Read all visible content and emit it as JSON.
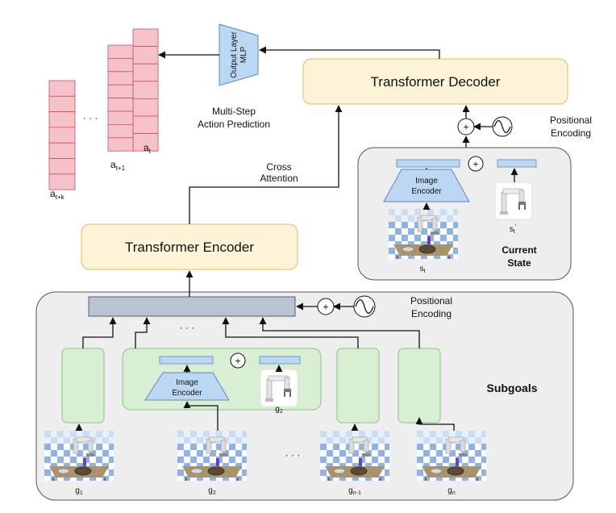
{
  "transformer_decoder": {
    "label": "Transformer Decoder"
  },
  "transformer_encoder": {
    "label": "Transformer Encoder"
  },
  "output_mlp": {
    "line1": "Output Layer",
    "line2": "MLP"
  },
  "action_prediction": {
    "line1": "Multi-Step",
    "line2": "Action Prediction"
  },
  "action_labels": {
    "a_t": "a",
    "a_t_sub": "t",
    "a_t1": "a",
    "a_t1_sub": "t+1",
    "a_tk": "a",
    "a_tk_sub": "t+k",
    "dots": "· · ·"
  },
  "cross_attention": {
    "line1": "Cross",
    "line2": "Attention"
  },
  "positional_encoding_top": {
    "line1": "Positional",
    "line2": "Encoding"
  },
  "positional_encoding_bottom": {
    "line1": "Positional",
    "line2": "Encoding"
  },
  "current_state": {
    "line1": "Current",
    "line2": "State",
    "image_encoder_line1": "Image",
    "image_encoder_line2": "Encoder",
    "s_t": "s",
    "s_t_sub": "t",
    "s_t_prime": "s",
    "s_t_prime_sub": "t",
    "s_t_prime_sup": "'"
  },
  "subgoals": {
    "label": "Subgoals",
    "image_encoder_line1": "Image",
    "image_encoder_line2": "Encoder",
    "g2_proprio": "g",
    "g2_proprio_sub": "2",
    "dots_top": "· · ·",
    "dots_bottom": "· · ·",
    "items": [
      {
        "name": "g",
        "sub": "1"
      },
      {
        "name": "g",
        "sub": "2"
      },
      {
        "name": "g",
        "sub": "n-1"
      },
      {
        "name": "g",
        "sub": "n"
      }
    ]
  },
  "plus_symbol": "+",
  "colors": {
    "transformer_fill": "#fdf3d6",
    "transformer_stroke": "#e3c679",
    "panel_fill": "#eeeeee",
    "panel_stroke": "#555555",
    "green_fill": "#d9efd4",
    "green_stroke": "#8fc086",
    "blue_fill": "#bcd7f2",
    "blue_stroke": "#5b88b8",
    "slate_fill": "#b7c4d2",
    "slate_stroke": "#4f6275",
    "action_fill": "#f5c2c9",
    "action_stroke": "#d04d62"
  }
}
